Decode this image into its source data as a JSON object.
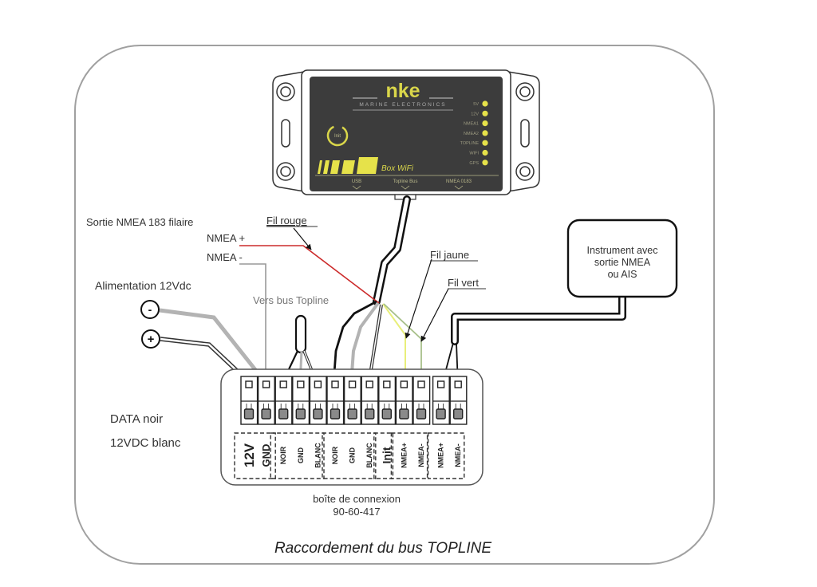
{
  "diagram": {
    "title": "Raccordement du bus TOPLINE",
    "device": {
      "brand": "nke",
      "subtitle": "MARINE ELECTRONICS",
      "model": "Box WiFi",
      "init_button": "Init",
      "led_labels": [
        "5V",
        "12V",
        "NMEA1",
        "NMEA2",
        "TOPLINE",
        "WIFI",
        "GPS"
      ],
      "port_labels": [
        "USB",
        "Topline Bus",
        "NMEA 0183"
      ]
    },
    "labels": {
      "sortie_nmea": "Sortie NMEA 183 filaire",
      "nmea_plus": "NMEA +",
      "nmea_minus": "NMEA -",
      "fil_rouge": "Fil rouge",
      "fil_jaune": "Fil jaune",
      "fil_vert": "Fil vert",
      "alimentation": "Alimentation 12Vdc",
      "vers_bus": "Vers bus Topline",
      "minus_symbol": "-",
      "plus_symbol": "+",
      "data_noir": "DATA  noir",
      "vdc_blanc": "12VDC  blanc",
      "instrument_line1": "Instrument avec",
      "instrument_line2": "sortie NMEA",
      "instrument_line3": "ou AIS",
      "boite_line1": "boîte de connexion",
      "boite_line2": "90-60-417"
    },
    "terminal_groups": [
      {
        "labels": [
          "12V",
          "GND"
        ]
      },
      {
        "labels": [
          "NOIR",
          "GND",
          "BLANC"
        ]
      },
      {
        "labels": [
          "NOIR",
          "GND",
          "BLANC"
        ]
      },
      {
        "labels": [
          "Init"
        ]
      },
      {
        "labels": [
          "NMEA+",
          "NMEA-"
        ]
      },
      {
        "labels": [
          "NMEA+",
          "NMEA-"
        ]
      }
    ],
    "terminal_count": 13,
    "colors": {
      "frame": "#9a9a9a",
      "device_body": "#3c3c3c",
      "device_accent": "#e6e24a",
      "wire_red": "#cc2a2a",
      "wire_yellow": "#e8ef7a",
      "wire_green": "#a8c08a",
      "wire_gray": "#b3b3b3",
      "wire_black": "#111111"
    }
  }
}
